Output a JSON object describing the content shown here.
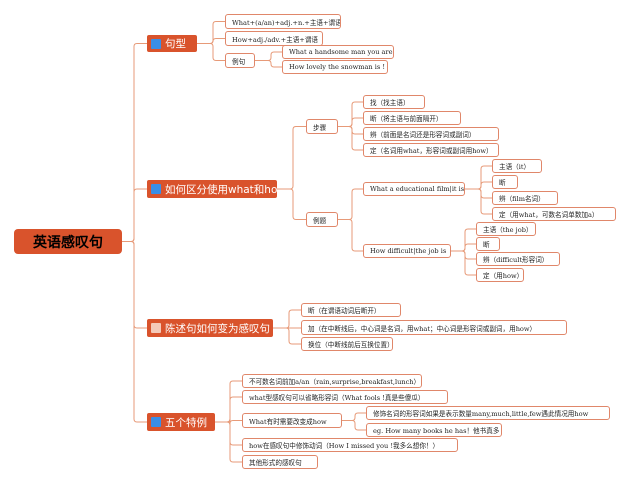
{
  "root": "英语感叹句",
  "colors": {
    "accent": "#d9532c",
    "leaf_border": "#e0876a",
    "link": "#e79a78",
    "icon_blue": "#3a8ee6"
  },
  "branches": [
    {
      "label": "句型",
      "icon": "square-icon",
      "children": [
        {
          "label": "What+(a/an)+adj.+n.+主语+谓语"
        },
        {
          "label": "How+adj./adv.+主语+谓语"
        },
        {
          "label": "例句",
          "children": [
            {
              "label": "What a handsome man you are !"
            },
            {
              "label": "How lovely the snowman is !"
            }
          ]
        }
      ]
    },
    {
      "label": "如何区分使用what和how",
      "icon": "square-icon",
      "children": [
        {
          "label": "步骤",
          "children": [
            {
              "label": "找（找主语）"
            },
            {
              "label": "断（将主语与前面隔开）"
            },
            {
              "label": "辨（前面是名词还是形容词或副词）"
            },
            {
              "label": "定（名词用what，形容词或副词用how）"
            }
          ]
        },
        {
          "label": "例题",
          "children": [
            {
              "label": "What a educational film|it is",
              "children": [
                {
                  "label": "主语（it）"
                },
                {
                  "label": "断"
                },
                {
                  "label": "辨（film名词）"
                },
                {
                  "label": "定（用what，可数名词单数加a）"
                }
              ]
            },
            {
              "label": "How difficult|the job is",
              "children": [
                {
                  "label": "主语（the job）"
                },
                {
                  "label": "断"
                },
                {
                  "label": "辨（difficult形容词）"
                },
                {
                  "label": "定（用how）"
                }
              ]
            }
          ]
        }
      ]
    },
    {
      "label": "陈述句如何变为感叹句",
      "icon": "home-icon",
      "children": [
        {
          "label": "断（在谓语动词后断开）"
        },
        {
          "label": "加（在中断线后，中心词是名词，用what；中心词是形容词或副词，用how）"
        },
        {
          "label": "换位（中断线前后互换位置）"
        }
      ]
    },
    {
      "label": "五个特例",
      "icon": "home-icon",
      "children": [
        {
          "label": "不可数名词前加a/an（rain,surprise,breakfast,lunch）"
        },
        {
          "label": "what型感叹句可以省略形容词（What fools !真是些傻瓜）"
        },
        {
          "label": "What有时需要改变成how",
          "children": [
            {
              "label": "修饰名词的形容词如果是表示数量many,much,little,few遇此情况用how"
            },
            {
              "label": "eg. How many books he has！他书真多"
            }
          ]
        },
        {
          "label": "how在感叹句中修饰动词（How I missed you !我多么想你！）"
        },
        {
          "label": "其他形式的感叹句"
        }
      ]
    }
  ]
}
